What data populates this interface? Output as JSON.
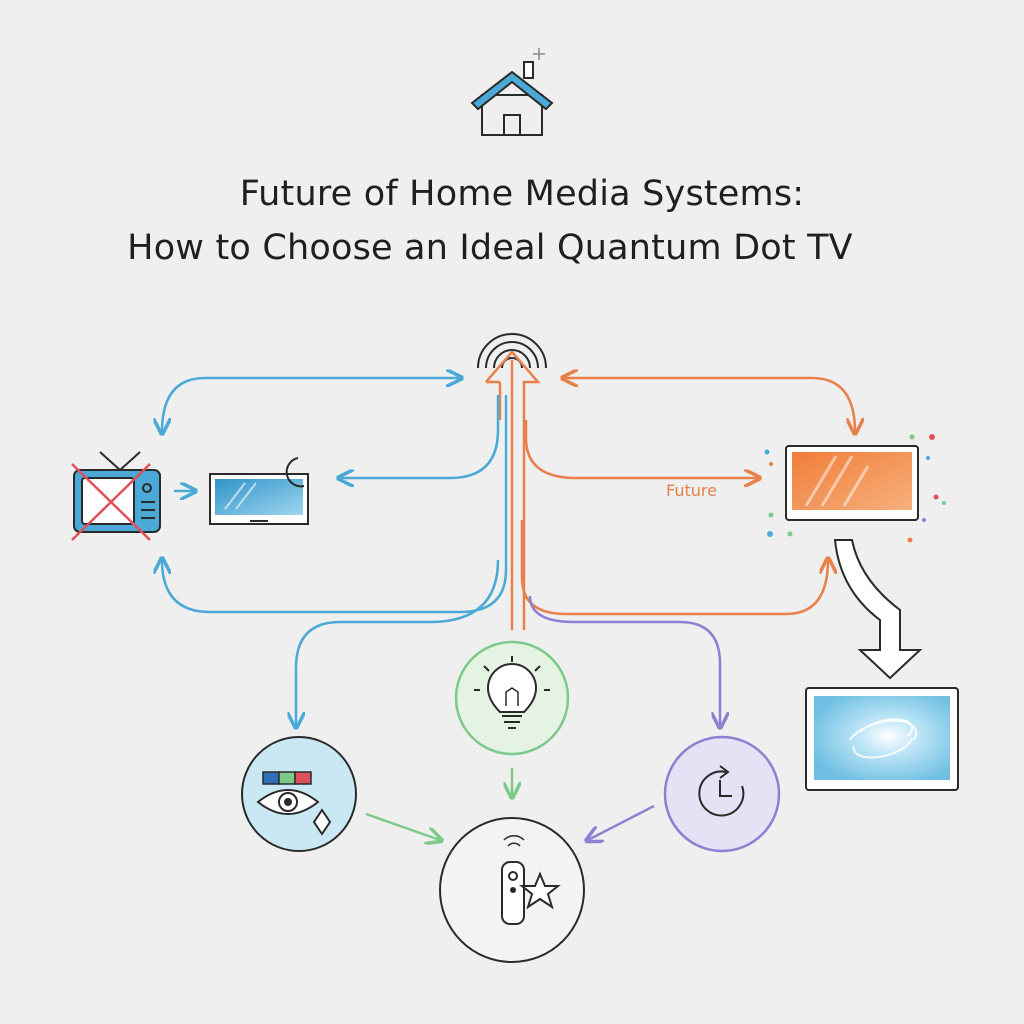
{
  "header": {
    "title_line1": "Future of Home Media Systems:",
    "title_line2": "How to Choose an Ideal Quantum Dot TV",
    "icon": "house-icon"
  },
  "diagram": {
    "hub_icon": "broadcast-signal-icon",
    "nodes": [
      {
        "id": "old-tv",
        "icon": "crossed-out-crt-tv-icon"
      },
      {
        "id": "smart-tv-night",
        "icon": "tv-moon-icon"
      },
      {
        "id": "qd-tv",
        "icon": "colorful-tv-icon"
      },
      {
        "id": "future-tv",
        "icon": "galaxy-screen-tv-icon"
      },
      {
        "id": "color-vision",
        "icon": "eye-color-swatch-icon"
      },
      {
        "id": "idea",
        "icon": "lightbulb-icon"
      },
      {
        "id": "update",
        "icon": "refresh-clock-icon"
      },
      {
        "id": "remote",
        "icon": "remote-star-icon"
      }
    ],
    "edge_label": "Future",
    "colors": {
      "blue": "#4aa9d6",
      "orange": "#e8804a",
      "green": "#7cc98a",
      "purple": "#8f7fd0",
      "ink": "#2a2a2a",
      "blue_fill": "#c9e8f4",
      "green_fill": "#e4f3e2",
      "purple_fill": "#e6e1f4",
      "orange_fill": "#f39a5c"
    }
  }
}
